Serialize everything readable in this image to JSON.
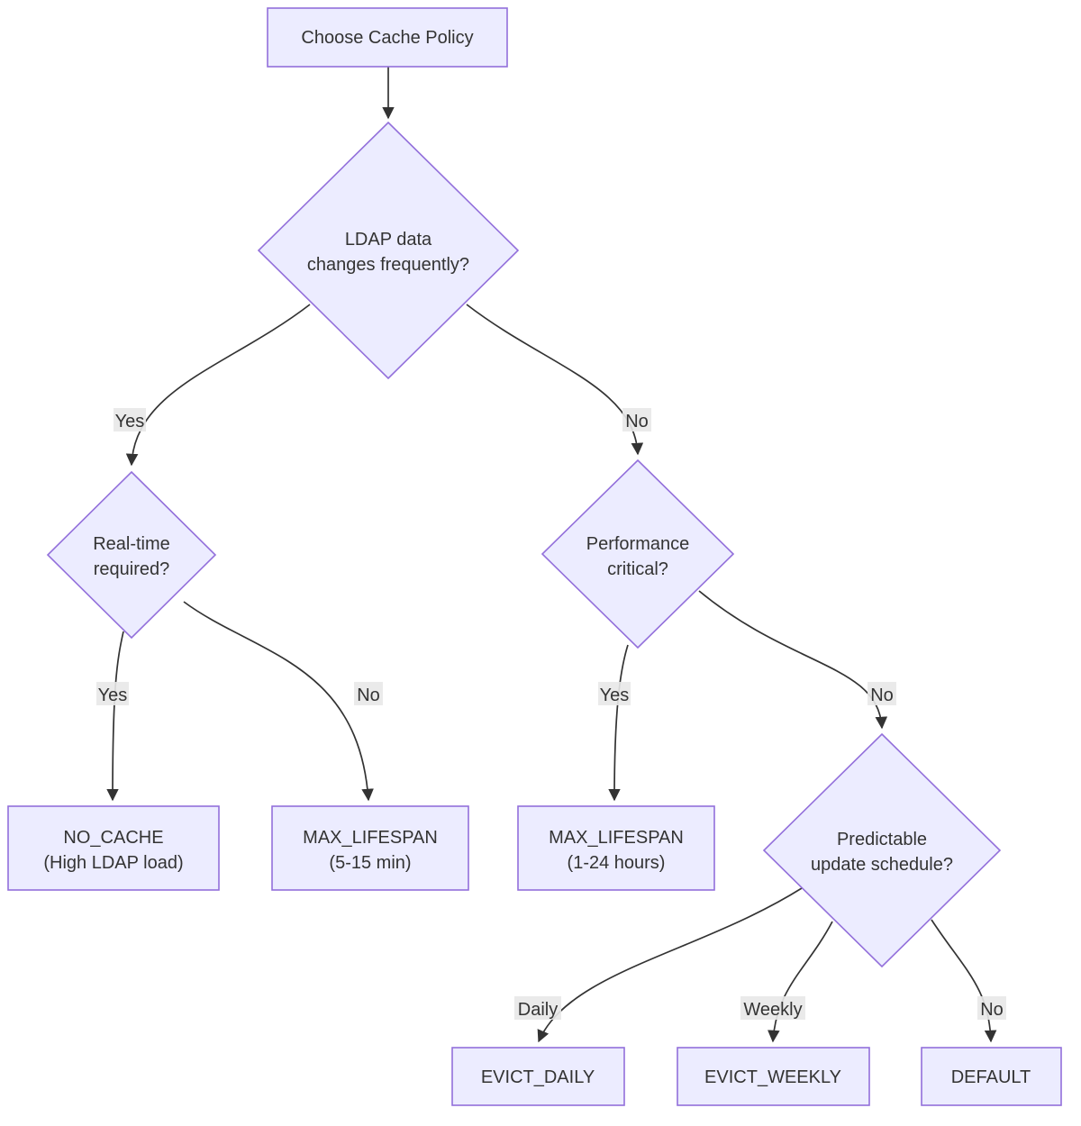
{
  "diagram": {
    "type": "flowchart",
    "nodes": {
      "start": {
        "label": "Choose Cache Policy"
      },
      "q_changes": {
        "line1": "LDAP data",
        "line2": "changes frequently?"
      },
      "q_realtime": {
        "line1": "Real-time",
        "line2": "required?"
      },
      "q_perf": {
        "line1": "Performance",
        "line2": "critical?"
      },
      "q_schedule": {
        "line1": "Predictable",
        "line2": "update schedule?"
      },
      "no_cache": {
        "line1": "NO_CACHE",
        "line2": "(High LDAP load)"
      },
      "max_lifespan_min": {
        "line1": "MAX_LIFESPAN",
        "line2": "(5-15 min)"
      },
      "max_lifespan_hours": {
        "line1": "MAX_LIFESPAN",
        "line2": "(1-24 hours)"
      },
      "evict_daily": {
        "label": "EVICT_DAILY"
      },
      "evict_weekly": {
        "label": "EVICT_WEEKLY"
      },
      "default": {
        "label": "DEFAULT"
      }
    },
    "edge_labels": {
      "changes_yes": "Yes",
      "changes_no": "No",
      "realtime_yes": "Yes",
      "realtime_no": "No",
      "perf_yes": "Yes",
      "perf_no": "No",
      "schedule_daily": "Daily",
      "schedule_weekly": "Weekly",
      "schedule_no": "No"
    },
    "colors": {
      "node_fill": "#ECECFF",
      "node_border": "#9370DB",
      "edge": "#333333",
      "text": "#333333",
      "label_bg": "#e8e8e8",
      "background": "#ffffff"
    }
  }
}
